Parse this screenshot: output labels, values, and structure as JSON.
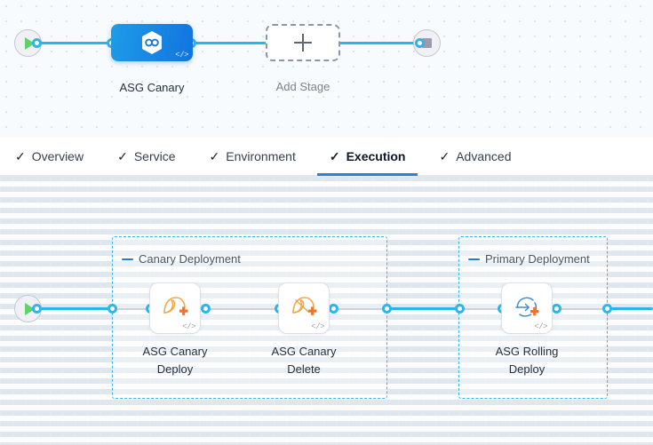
{
  "stage_canvas": {
    "start_node": {
      "icon": "play-icon",
      "name": "pipeline-start"
    },
    "end_node": {
      "icon": "stop-icon",
      "name": "pipeline-end"
    },
    "stage": {
      "label": "ASG Canary",
      "icon": "harness-cd-hexagon-icon",
      "code_glyph": "</>"
    },
    "add_stage": {
      "label": "Add Stage",
      "icon": "plus-icon"
    }
  },
  "tabs": [
    {
      "label": "Overview",
      "check": "✓",
      "active": false
    },
    {
      "label": "Service",
      "check": "✓",
      "active": false
    },
    {
      "label": "Environment",
      "check": "✓",
      "active": false
    },
    {
      "label": "Execution",
      "check": "✓",
      "active": true
    },
    {
      "label": "Advanced",
      "check": "✓",
      "active": false
    }
  ],
  "execution": {
    "start_node": {
      "icon": "play-icon"
    },
    "groups": [
      {
        "title": "Canary Deployment"
      },
      {
        "title": "Primary Deployment"
      }
    ],
    "steps": [
      {
        "label": "ASG Canary\nDeploy",
        "icon": "asg-canary-deploy-icon",
        "code_glyph": "</>"
      },
      {
        "label": "ASG Canary\nDelete",
        "icon": "asg-canary-delete-icon",
        "code_glyph": "</>"
      },
      {
        "label": "ASG Rolling\nDeploy",
        "icon": "asg-rolling-deploy-icon",
        "code_glyph": "</>"
      }
    ]
  },
  "colors": {
    "connector": "#26b6e8",
    "group_border": "#36b6ef",
    "active_tab_underline": "#2b82d4",
    "stage_node": "#1274e0",
    "aws_orange": "#f5a623",
    "step_badge_orange": "#f2722b"
  }
}
